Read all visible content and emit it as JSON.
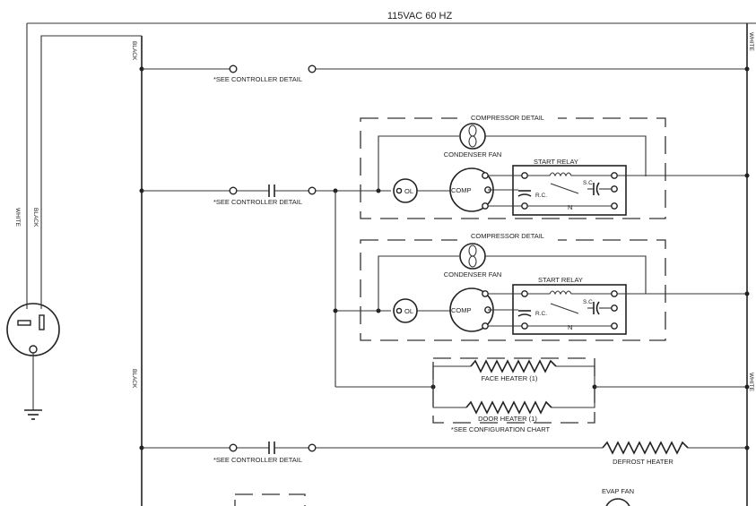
{
  "diagram": {
    "supply_label": "115VAC 60 HZ",
    "wire_left_black": "BLACK",
    "wire_right_white": "WHITE",
    "wire_right_white_2": "WHITE",
    "wire_left_black_2": "BLACK",
    "cord_white": "WHITE",
    "cord_black": "BLACK",
    "controller_detail_1": "*SEE CONTROLLER DETAIL",
    "controller_detail_2": "*SEE CONTROLLER DETAIL",
    "controller_detail_3": "*SEE CONTROLLER DETAIL",
    "compressor_detail_1": "COMPRESSOR DETAIL",
    "compressor_detail_2": "COMPRESSOR DETAIL",
    "condenser_fan_1": "CONDENSER FAN",
    "condenser_fan_2": "CONDENSER FAN",
    "start_relay_1": "START RELAY",
    "start_relay_2": "START RELAY",
    "olp_1": "OL",
    "olp_2": "OL",
    "comp_1": "COMP",
    "comp_2": "COMP",
    "rc_1": "R.C.",
    "rc_2": "R.C.",
    "sc_1": "S.C.",
    "sc_2": "S.C.",
    "face_heater": "FACE HEATER (1)",
    "door_heater": "DOOR HEATER (1)",
    "configuration_chart": "*SEE CONFIGURATION CHART",
    "defrost_heater": "DEFROST HEATER",
    "evap_fan": "EVAP FAN"
  }
}
